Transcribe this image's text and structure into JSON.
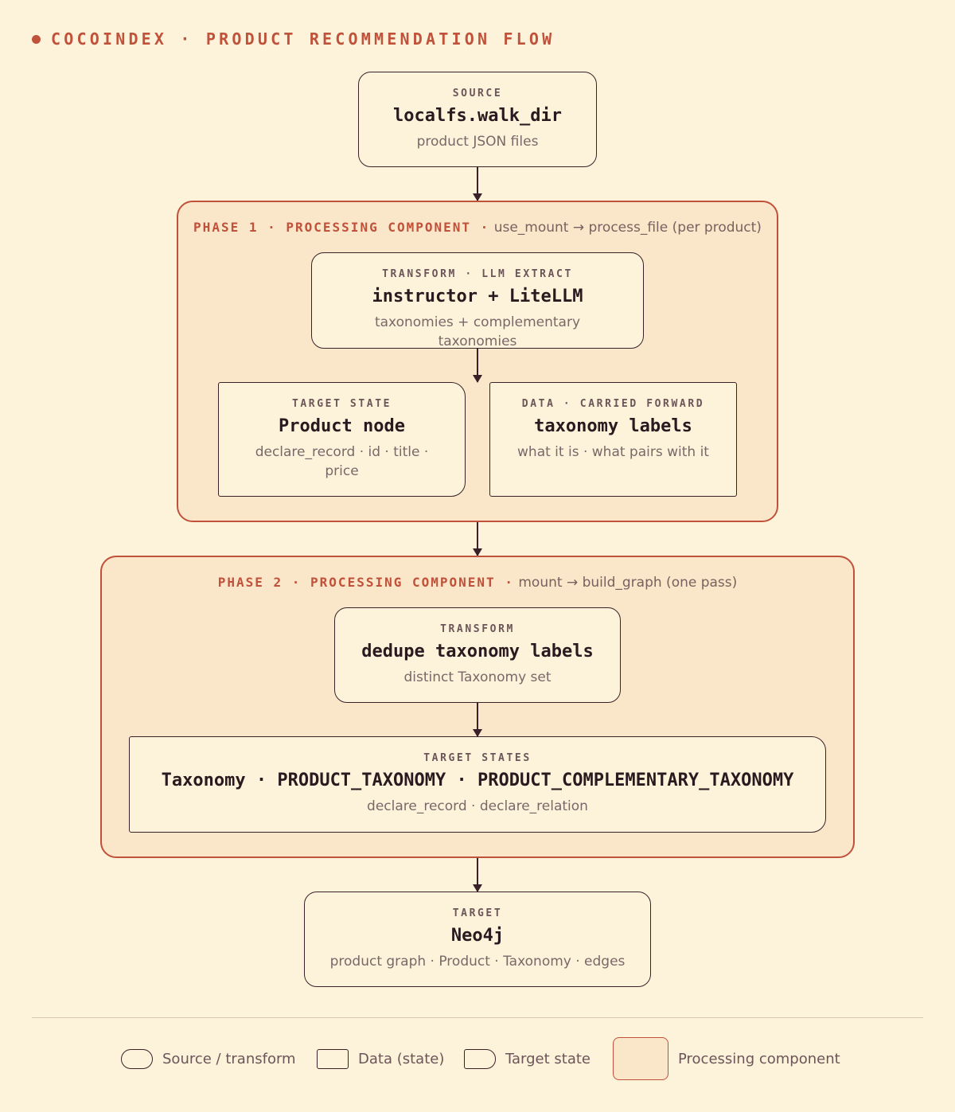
{
  "header": {
    "title": "COCOINDEX · PRODUCT RECOMMENDATION FLOW"
  },
  "source": {
    "kicker": "SOURCE",
    "title": "localfs.walk_dir",
    "subtitle": "product JSON files"
  },
  "phase1": {
    "label_key": "PHASE 1 · PROCESSING COMPONENT ·",
    "label_detail": "use_mount → process_file (per product)",
    "extract": {
      "kicker": "TRANSFORM · LLM EXTRACT",
      "title": "instructor + LiteLLM",
      "subtitle": "taxonomies + complementary taxonomies"
    },
    "product_node": {
      "kicker": "TARGET STATE",
      "title": "Product node",
      "subtitle": "declare_record · id · title · price"
    },
    "taxonomy_labels": {
      "kicker": "DATA · CARRIED FORWARD",
      "title": "taxonomy labels",
      "subtitle": "what it is · what pairs with it"
    }
  },
  "phase2": {
    "label_key": "PHASE 2 · PROCESSING COMPONENT ·",
    "label_detail": "mount → build_graph (one pass)",
    "dedupe": {
      "kicker": "TRANSFORM",
      "title": "dedupe taxonomy labels",
      "subtitle": "distinct Taxonomy set"
    },
    "targets": {
      "kicker": "TARGET STATES",
      "title": "Taxonomy · PRODUCT_TAXONOMY · PRODUCT_COMPLEMENTARY_TAXONOMY",
      "subtitle": "declare_record · declare_relation"
    }
  },
  "target": {
    "kicker": "TARGET",
    "title": "Neo4j",
    "subtitle": "product graph · Product · Taxonomy · edges"
  },
  "legend": {
    "source_transform": "Source / transform",
    "data_state": "Data (state)",
    "target_state": "Target state",
    "processing_component": "Processing component"
  },
  "colors": {
    "accent": "#c0513a",
    "background": "#fdf3db",
    "phase_fill": "#fae6c8",
    "ink": "#3a2028"
  }
}
